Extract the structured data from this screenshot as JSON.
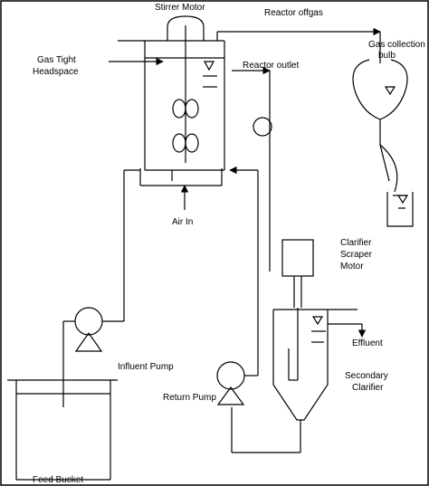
{
  "labels": {
    "stirrer_motor": "Stirrer Motor",
    "reactor_offgas": "Reactor offgas",
    "gas_tight_line1": "Gas Tight",
    "gas_tight_line2": "Headspace",
    "gas_collection_line1": "Gas collection",
    "gas_collection_line2": "bulb",
    "reactor_outlet": "Reactor outlet",
    "air_in": "Air In",
    "clarifier_scraper_line1": "Clarifier",
    "clarifier_scraper_line2": "Scraper",
    "clarifier_scraper_line3": "Motor",
    "effluent": "Effluent",
    "influent_pump": "Influent Pump",
    "secondary_clarifier_line1": "Secondary",
    "secondary_clarifier_line2": "Clarifier",
    "return_pump": "Return Pump",
    "feed_bucket": "Feed Bucket"
  },
  "colors": {
    "line": "#000000",
    "background": "#ffffff"
  }
}
